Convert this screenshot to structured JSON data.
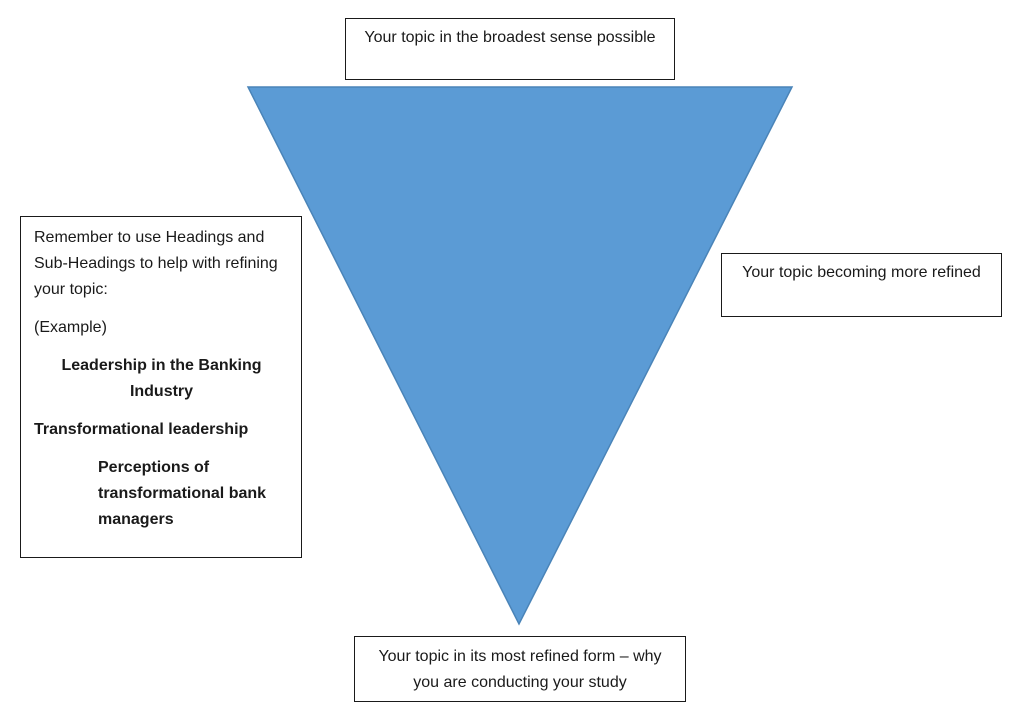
{
  "diagram": {
    "top_box": {
      "text": "Your topic in the broadest sense possible"
    },
    "right_box": {
      "text": "Your topic becoming more refined"
    },
    "bottom_box": {
      "text": "Your topic in its most refined form – why you are conducting your study"
    },
    "left_box": {
      "intro": "Remember to use Headings and Sub-Headings to help with refining your topic:",
      "example_label": "(Example)",
      "heading_1": "Leadership in the Banking Industry",
      "heading_2": "Transformational leadership",
      "heading_3": "Perceptions of transformational bank managers"
    },
    "colors": {
      "funnel_fill": "#5b9bd5",
      "funnel_stroke": "#4a84b8",
      "box_border": "#1a1a1a"
    }
  }
}
